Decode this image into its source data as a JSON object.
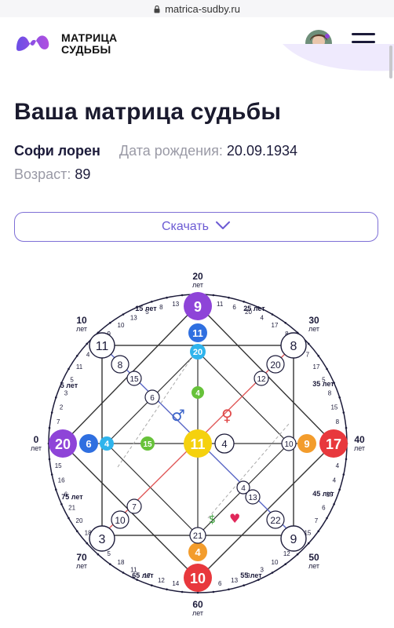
{
  "browser": {
    "url": "matrica-sudby.ru"
  },
  "header": {
    "brand_line1": "МАТРИЦА",
    "brand_line2": "СУДЬБЫ"
  },
  "page": {
    "title": "Ваша матрица судьбы",
    "name": "Софи лорен",
    "dob_label": "Дата рождения:",
    "dob_value": "20.09.1934",
    "age_label": "Возраст:",
    "age_value": "89",
    "download_label": "Скачать"
  },
  "matrix": {
    "center": "11",
    "top": "9",
    "top_2": "11",
    "top_3": "20",
    "left": "20",
    "left_2": "6",
    "left_3": "4",
    "right": "17",
    "right_2": "9",
    "right_3": "10",
    "bottom": "10",
    "bottom_2": "4",
    "bottom_3": "21",
    "corner_tl": "11",
    "corner_tl_2": "8",
    "corner_tl_3": "15",
    "corner_tr": "8",
    "corner_tr_2": "20",
    "corner_tr_3": "12",
    "corner_bl": "3",
    "corner_bl_2": "10",
    "corner_bl_3": "7",
    "corner_br": "9",
    "corner_br_2": "22",
    "corner_br_3": "13",
    "inner_top": "4",
    "inner_left": "15",
    "inner_right": "4",
    "line_tl": "6",
    "line_br": "4",
    "age_top": "20",
    "age_top_unit": "лет",
    "age_left": "0",
    "age_left_unit": "лет",
    "age_right": "40",
    "age_right_unit": "лет",
    "age_bottom": "60",
    "age_bottom_unit": "лет",
    "age_tl": "10",
    "age_tl_unit": "лет",
    "age_tr": "30",
    "age_tr_unit": "лет",
    "age_bl": "70",
    "age_bl_unit": "лет",
    "age_br": "50",
    "age_br_unit": "лет",
    "inner_age_labels": [
      "15 лет",
      "25 лет",
      "35 лет",
      "45 лет",
      "55 лет",
      "65 лет",
      "75 лет",
      "5 лет"
    ],
    "outer_ring_numbers": [
      "14",
      "11",
      "6",
      "20",
      "4",
      "17",
      "8",
      "17",
      "7",
      "17",
      "5",
      "8",
      "15",
      "8",
      "15",
      "22",
      "4",
      "4",
      "19",
      "6",
      "7",
      "15",
      "13",
      "12",
      "10",
      "3",
      "9",
      "13",
      "6",
      "8",
      "15",
      "14",
      "12",
      "17",
      "11",
      "18",
      "5",
      "15",
      "18",
      "20",
      "21",
      "6",
      "16",
      "15",
      "13",
      "11",
      "7",
      "2",
      "3",
      "5",
      "11",
      "4",
      "4",
      "9",
      "10",
      "13",
      "5",
      "8",
      "13",
      "21"
    ]
  },
  "colors": {
    "accent": "#6c5bd4",
    "purple": "#8e44d8",
    "blue": "#2f6fe0",
    "cyan": "#2fb4ec",
    "green": "#67c23a",
    "yellow": "#f5d10e",
    "orange": "#f39c2c",
    "red": "#e8383d"
  }
}
